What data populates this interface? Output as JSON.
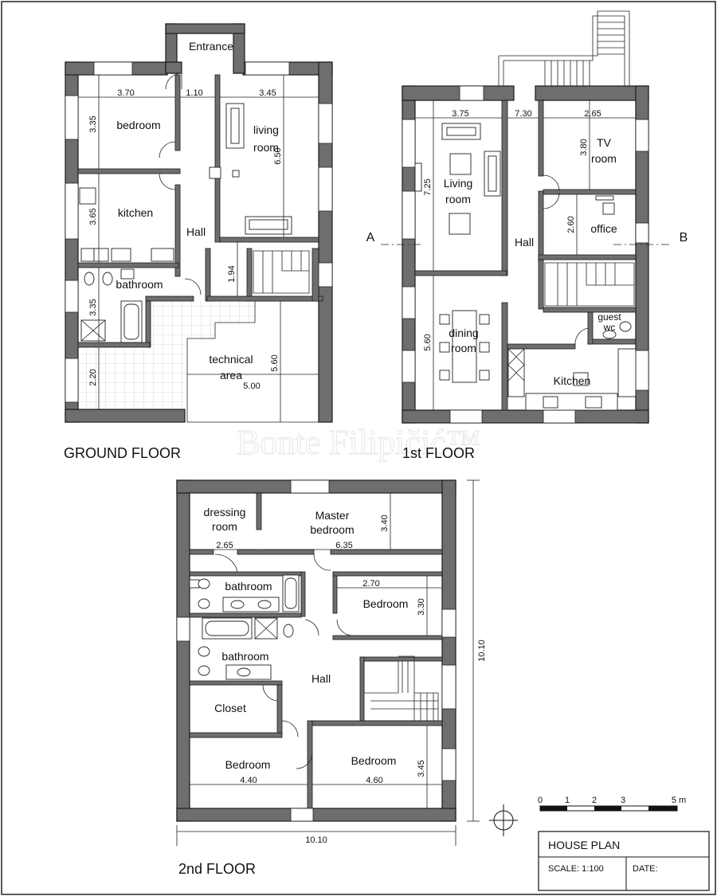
{
  "watermark": "Bonte Filipičić™",
  "ground_floor": {
    "title": "GROUND FLOOR",
    "rooms": {
      "entrance": "Entrance",
      "bedroom": "bedroom",
      "living1": "living",
      "living2": "room",
      "kitchen": "kitchen",
      "hall": "Hall",
      "bathroom": "bathroom",
      "technical1": "technical",
      "technical2": "area"
    },
    "dims": {
      "d370": "3.70",
      "d110": "1.10",
      "d345": "3.45",
      "d335a": "3.35",
      "d650": "6.50",
      "d365": "3.65",
      "d194": "1.94",
      "d335b": "3.35",
      "d220": "2.20",
      "d560": "5.60",
      "d500": "5.00"
    }
  },
  "first_floor": {
    "title": "1st FLOOR",
    "section_a": "A",
    "section_b": "B",
    "rooms": {
      "living1": "Living",
      "living2": "room",
      "tv1": "TV",
      "tv2": "room",
      "office": "office",
      "hall": "Hall",
      "dining1": "dining",
      "dining2": "room",
      "guest1": "guest",
      "guest2": "wc",
      "kitchen": "Kitchen"
    },
    "dims": {
      "d375": "3.75",
      "d730": "7.30",
      "d265": "2.65",
      "d725": "7.25",
      "d380": "3.80",
      "d260": "2.60",
      "d560": "5.60"
    }
  },
  "second_floor": {
    "title": "2nd FLOOR",
    "rooms": {
      "dressing1": "dressing",
      "dressing2": "room",
      "master1": "Master",
      "master2": "bedroom",
      "bathroom_a": "bathroom",
      "bedroom_e": "Bedroom",
      "bathroom_b": "bathroom",
      "hall": "Hall",
      "closet": "Closet",
      "bedroom_sw": "Bedroom",
      "bedroom_s": "Bedroom"
    },
    "dims": {
      "d265": "2.65",
      "d635": "6.35",
      "d340": "3.40",
      "d270": "2.70",
      "d330": "3.30",
      "d440": "4.40",
      "d460": "4.60",
      "d345": "3.45",
      "d1010_h": "10.10",
      "d1010_v": "10.10"
    }
  },
  "scale_bar": {
    "ticks": [
      "0",
      "1",
      "2",
      "3",
      "5 m"
    ]
  },
  "title_block": {
    "title": "HOUSE PLAN",
    "scale": "SCALE: 1:100",
    "date": "DATE:"
  }
}
